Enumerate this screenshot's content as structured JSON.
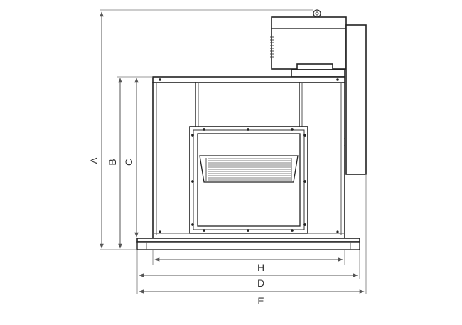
{
  "dimensions": {
    "A": "A",
    "B": "B",
    "C": "C",
    "D": "D",
    "E": "E",
    "H": "H"
  }
}
